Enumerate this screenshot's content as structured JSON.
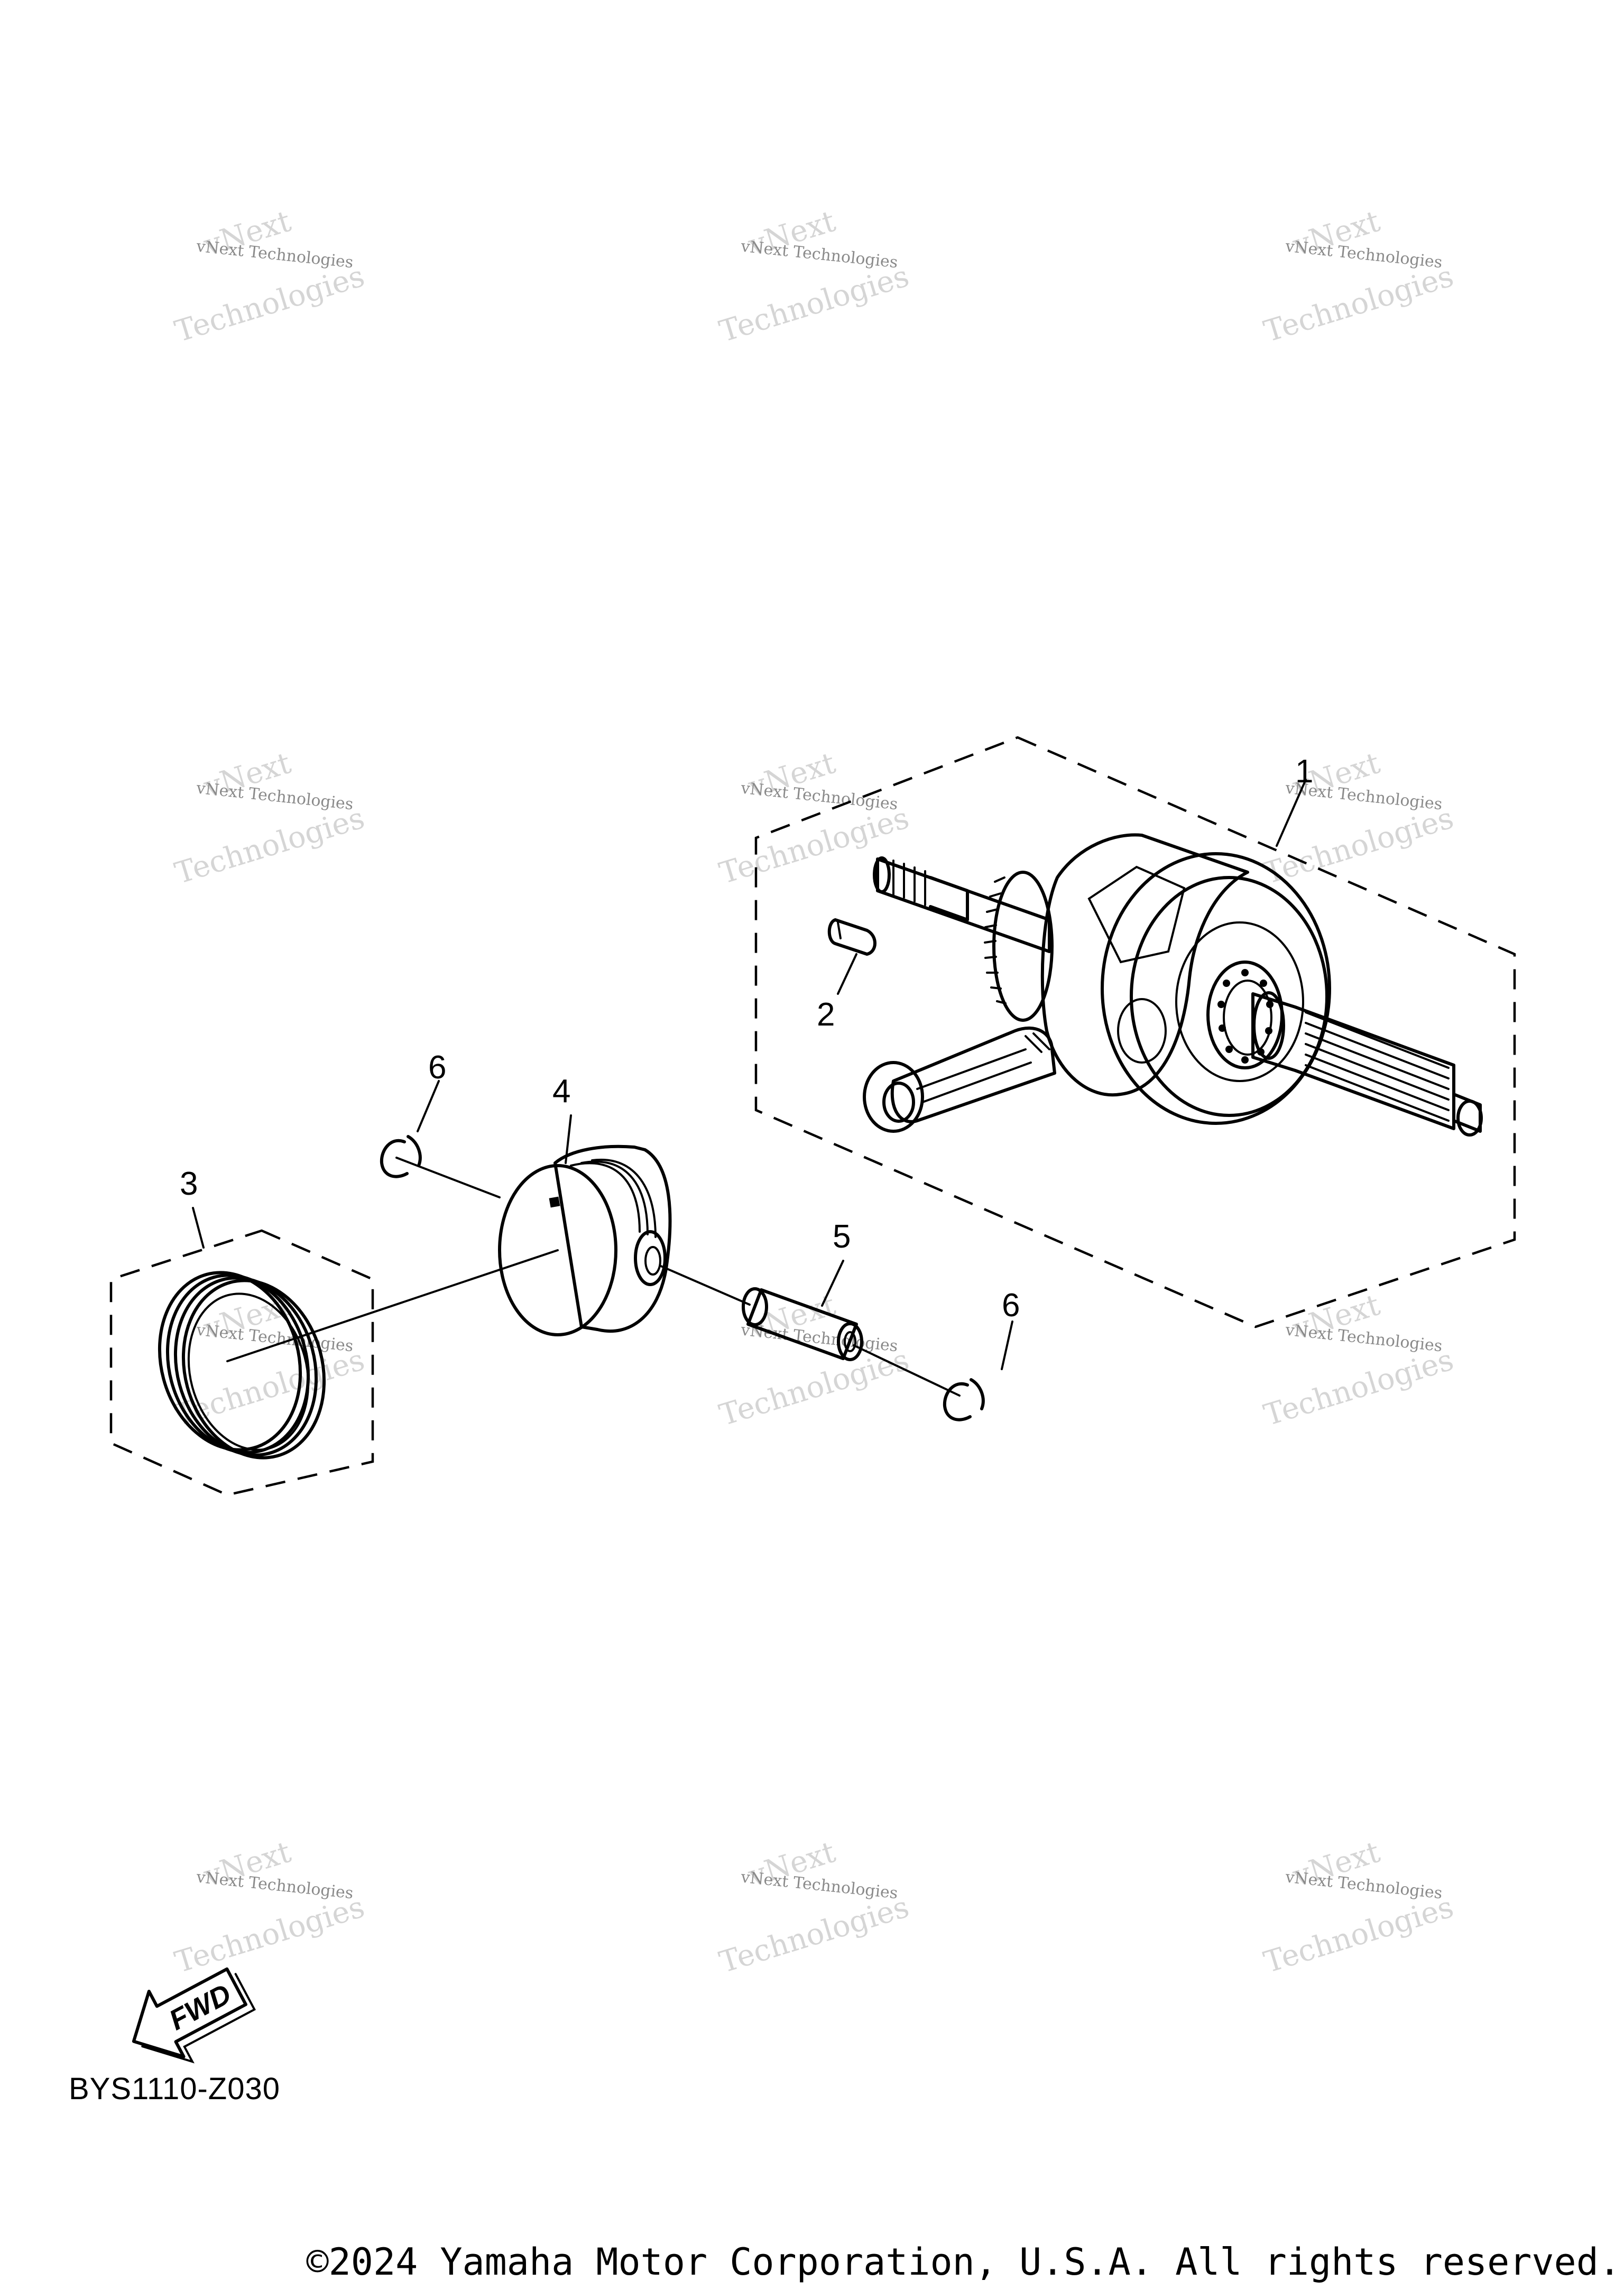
{
  "watermark": {
    "small": "vNext Technologies",
    "large_top": "vNext",
    "large_bottom": "Technologies"
  },
  "callouts": {
    "crankshaft_assy": "1",
    "woodruff_key": "2",
    "piston_ring_set": "3",
    "piston": "4",
    "piston_pin": "5",
    "circlip_left": "6",
    "circlip_right": "6"
  },
  "fwd_arrow": {
    "label": "FWD"
  },
  "diagram_code": "BYS1110-Z030",
  "copyright": "©2024 Yamaha Motor Corporation, U.S.A. All rights reserved."
}
